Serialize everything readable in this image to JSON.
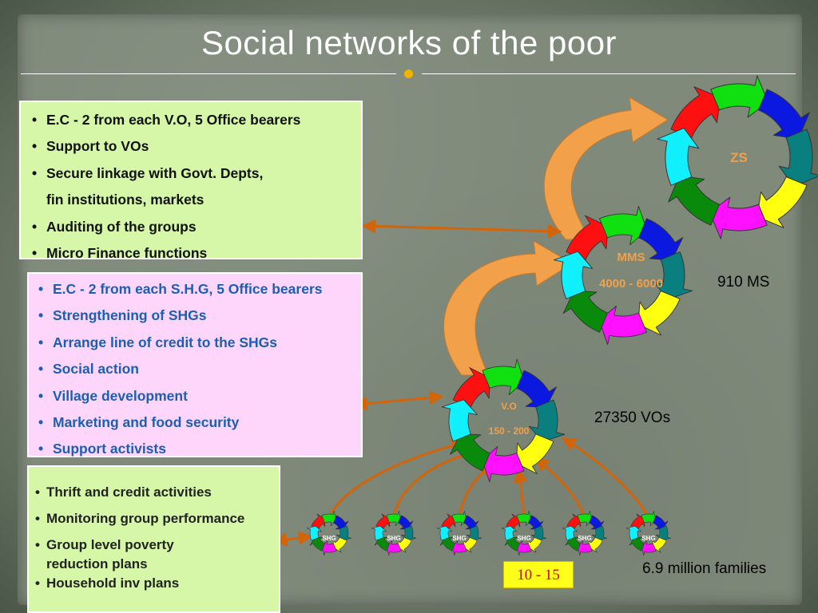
{
  "title": "Social networks of the poor",
  "zs_box": {
    "items": [
      "E.C - 2 from each V.O, 5 Office bearers",
      "Support to  VOs",
      "Secure linkage with Govt. Depts,",
      "fin institutions, markets",
      "Auditing of the groups",
      "Micro Finance functions"
    ]
  },
  "mms_box": {
    "items": [
      "E.C - 2 from each S.H.G, 5 Office bearers",
      "Strengthening of SHGs",
      "Arrange line of credit to the SHGs",
      "Social action",
      "Village development",
      "Marketing and food security",
      "Support activists"
    ]
  },
  "shg_box": {
    "items": [
      "Thrift and credit activities",
      "Monitoring group performance",
      "Group level poverty",
      "reduction plans",
      "Household inv plans"
    ]
  },
  "cycles": {
    "zs": {
      "label": "ZS"
    },
    "mms": {
      "label": "MMS",
      "range": "4000 - 6000"
    },
    "vo": {
      "label": "V.O",
      "range": "150 - 200"
    },
    "shg": {
      "label": "SHG"
    }
  },
  "counts": {
    "ms": "910 MS",
    "vos": "27350 VOs",
    "families": "6.9 million families",
    "shg_range": "10 - 15"
  },
  "colors": {
    "cycle": [
      "#ff1010",
      "#10e010",
      "#0a18e0",
      "#0a7f7f",
      "#ffff10",
      "#ff10ff",
      "#0a8a0a",
      "#10f0ff"
    ],
    "big_arrow": "#f2a04a",
    "connector": "#d2640a"
  }
}
